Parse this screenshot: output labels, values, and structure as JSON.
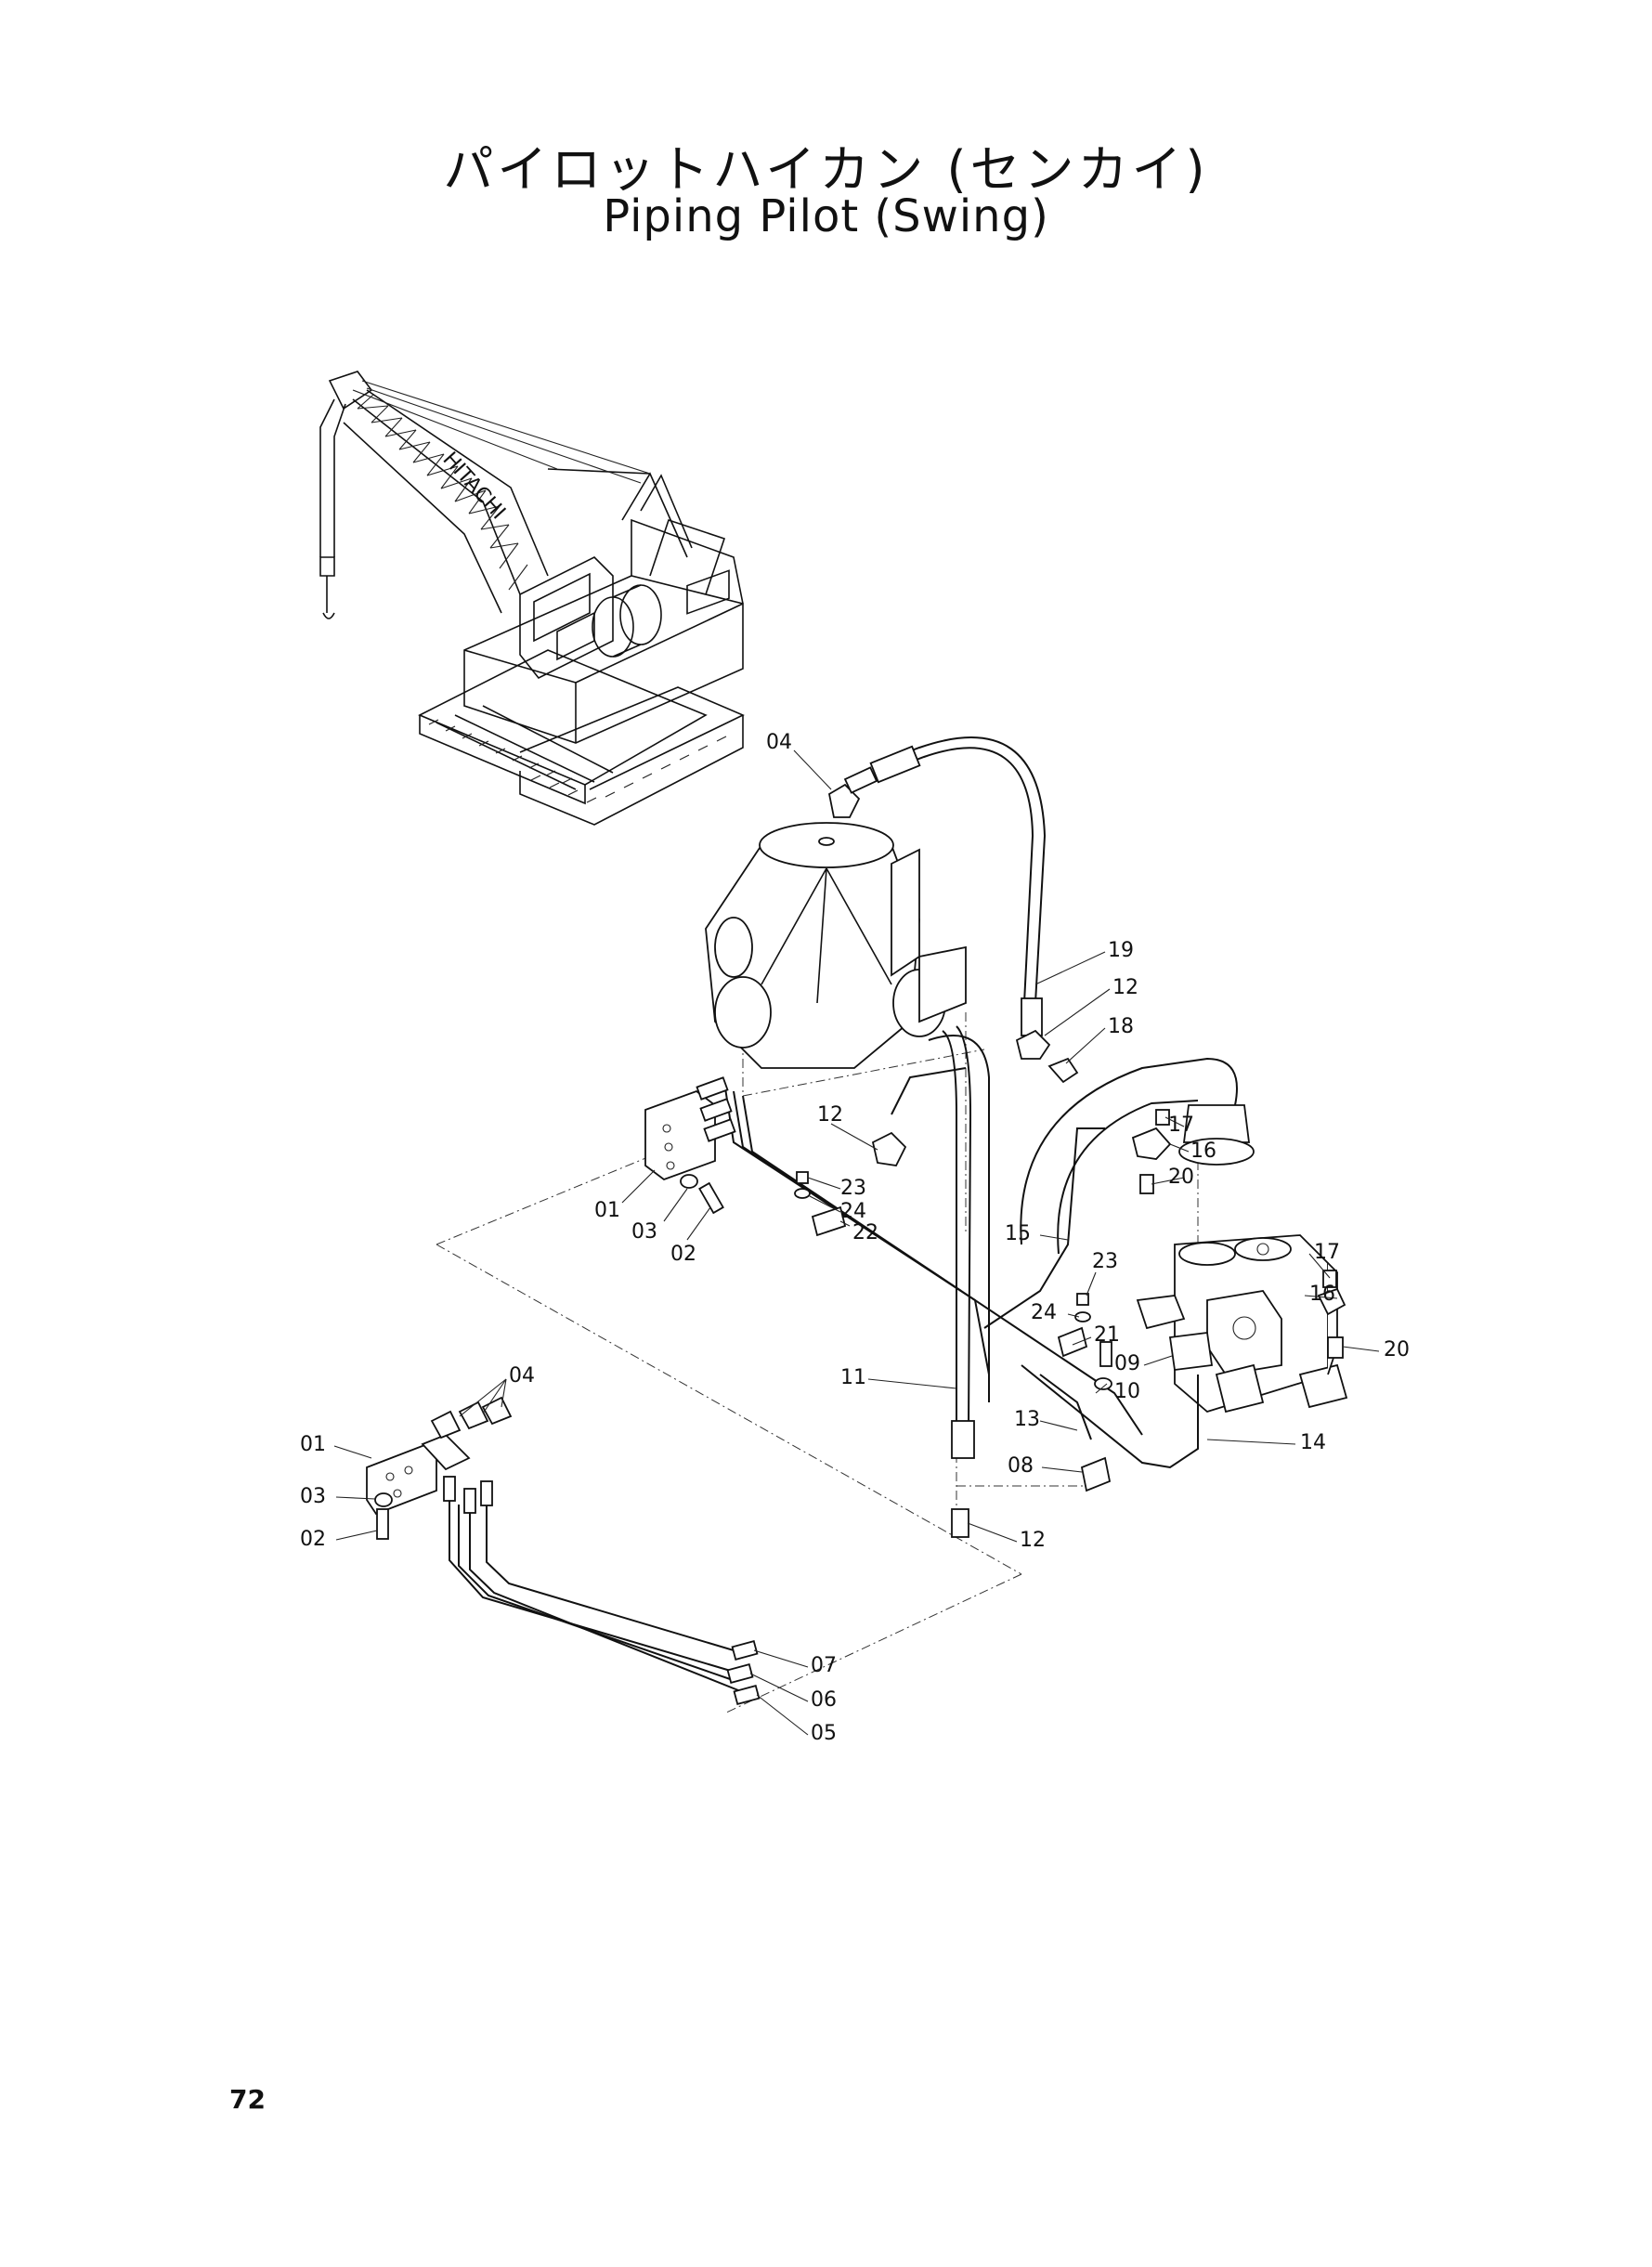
{
  "title": {
    "japanese": "パイロットハイカン (センカイ)",
    "english": "Piping Pilot  (Swing)"
  },
  "page_number": "72",
  "crane_marking": "HITACHI",
  "callouts": [
    {
      "id": "c04a",
      "label": "04"
    },
    {
      "id": "c19",
      "label": "19"
    },
    {
      "id": "c12a",
      "label": "12"
    },
    {
      "id": "c18",
      "label": "18"
    },
    {
      "id": "c12b",
      "label": "12"
    },
    {
      "id": "c23a",
      "label": "23"
    },
    {
      "id": "c24a",
      "label": "24"
    },
    {
      "id": "c22",
      "label": "22"
    },
    {
      "id": "c17a",
      "label": "17"
    },
    {
      "id": "c16a",
      "label": "16"
    },
    {
      "id": "c20a",
      "label": "20"
    },
    {
      "id": "c01a",
      "label": "01"
    },
    {
      "id": "c03a",
      "label": "03"
    },
    {
      "id": "c02a",
      "label": "02"
    },
    {
      "id": "c15",
      "label": "15"
    },
    {
      "id": "c23b",
      "label": "23"
    },
    {
      "id": "c17b",
      "label": "17"
    },
    {
      "id": "c16b",
      "label": "16"
    },
    {
      "id": "c24b",
      "label": "24"
    },
    {
      "id": "c21",
      "label": "21"
    },
    {
      "id": "c09",
      "label": "09"
    },
    {
      "id": "c20b",
      "label": "20"
    },
    {
      "id": "c10",
      "label": "10"
    },
    {
      "id": "c04b",
      "label": "04"
    },
    {
      "id": "c11",
      "label": "11"
    },
    {
      "id": "c13",
      "label": "13"
    },
    {
      "id": "c14",
      "label": "14"
    },
    {
      "id": "c01b",
      "label": "01"
    },
    {
      "id": "c08",
      "label": "08"
    },
    {
      "id": "c03b",
      "label": "03"
    },
    {
      "id": "c12c",
      "label": "12"
    },
    {
      "id": "c02b",
      "label": "02"
    },
    {
      "id": "c07",
      "label": "07"
    },
    {
      "id": "c06",
      "label": "06"
    },
    {
      "id": "c05",
      "label": "05"
    }
  ]
}
